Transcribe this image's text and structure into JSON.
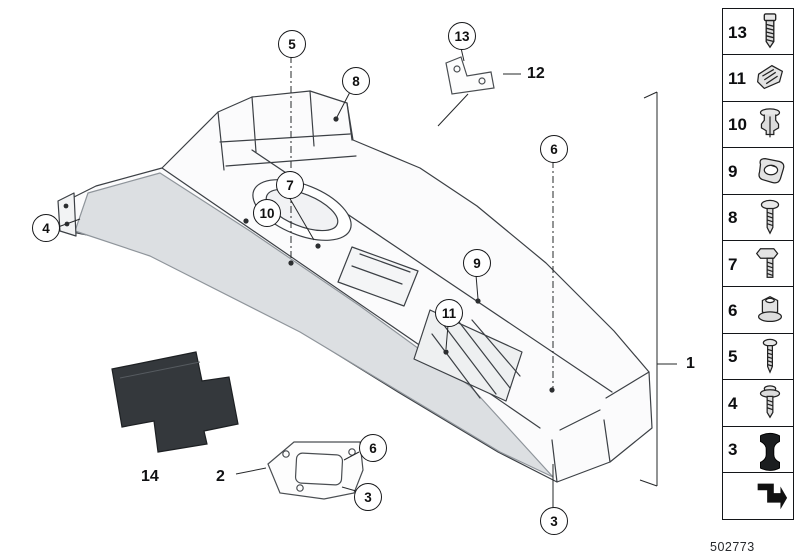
{
  "figure": {
    "doc_number": "502773"
  },
  "colors": {
    "drawing_line": "#3c4045",
    "foam_pad": "#34383c",
    "callout_border": "#17181a"
  },
  "callouts": {
    "items": [
      {
        "label": "4",
        "style": "circle"
      },
      {
        "label": "5",
        "style": "circle"
      },
      {
        "label": "8",
        "style": "circle"
      },
      {
        "label": "13",
        "style": "circle"
      },
      {
        "label": "12",
        "style": "plain"
      },
      {
        "label": "7",
        "style": "circle"
      },
      {
        "label": "10",
        "style": "circle"
      },
      {
        "label": "6",
        "style": "circle"
      },
      {
        "label": "9",
        "style": "circle"
      },
      {
        "label": "11",
        "style": "circle"
      },
      {
        "label": "1",
        "style": "plain"
      },
      {
        "label": "14",
        "style": "plain"
      },
      {
        "label": "2",
        "style": "plain"
      },
      {
        "label": "6",
        "style": "circle"
      },
      {
        "label": "3",
        "style": "circle"
      },
      {
        "label": "3",
        "style": "circle"
      }
    ]
  },
  "sidebar": {
    "items": [
      {
        "label": "13",
        "icon": "torx-screw-icon"
      },
      {
        "label": "11",
        "icon": "spring-clip-icon"
      },
      {
        "label": "10",
        "icon": "expanding-rivet-icon"
      },
      {
        "label": "9",
        "icon": "cage-nut-icon"
      },
      {
        "label": "8",
        "icon": "pan-head-screw-icon"
      },
      {
        "label": "7",
        "icon": "hex-bolt-icon"
      },
      {
        "label": "6",
        "icon": "flange-nut-icon"
      },
      {
        "label": "5",
        "icon": "screw-icon"
      },
      {
        "label": "4",
        "icon": "washer-screw-icon"
      },
      {
        "label": "3",
        "icon": "grommet-icon"
      },
      {
        "label": "",
        "icon": "next-figure-arrow-icon"
      }
    ]
  }
}
